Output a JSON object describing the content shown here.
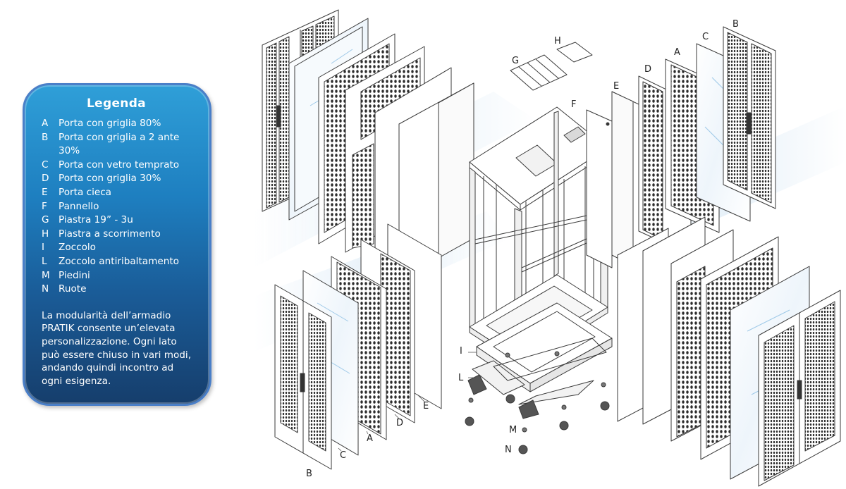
{
  "legend": {
    "title": "Legenda",
    "items": [
      {
        "key": "A",
        "label": "Porta con griglia 80%"
      },
      {
        "key": "B",
        "label": "Porta con griglia a 2 ante 30%"
      },
      {
        "key": "C",
        "label": "Porta con vetro temprato"
      },
      {
        "key": "D",
        "label": "Porta con griglia 30%"
      },
      {
        "key": "E",
        "label": "Porta cieca"
      },
      {
        "key": "F",
        "label": "Pannello"
      },
      {
        "key": "G",
        "label": "Piastra 19” - 3u"
      },
      {
        "key": "H",
        "label": "Piastra a scorrimento"
      },
      {
        "key": "I",
        "label": "Zoccolo"
      },
      {
        "key": "L",
        "label": "Zoccolo antiribaltamento"
      },
      {
        "key": "M",
        "label": "Piedini"
      },
      {
        "key": "N",
        "label": "Ruote"
      }
    ],
    "note": "La modularità dell’armadio PRATIK consente un’elevata personalizzazione. Ogni lato può essere chiuso in vari modi, andando quindi incontro ad ogni esigenza."
  },
  "callouts": {
    "top_right_B": "B",
    "top_right_C": "C",
    "top_right_A": "A",
    "top_right_D": "D",
    "top_right_E": "E",
    "top_right_F": "F",
    "top_G": "G",
    "top_H": "H",
    "base_I": "I",
    "base_L": "L",
    "base_M": "M",
    "base_N": "N",
    "bottom_left_B": "B",
    "bottom_left_C": "C",
    "bottom_left_A": "A",
    "bottom_left_D": "D",
    "bottom_left_E": "E"
  },
  "colors": {
    "legend_top": "#2f9fd8",
    "legend_bottom": "#163e6c",
    "legend_border": "#4a7fc8",
    "line": "#3a3a3a",
    "glass": "#9ec9e8"
  }
}
